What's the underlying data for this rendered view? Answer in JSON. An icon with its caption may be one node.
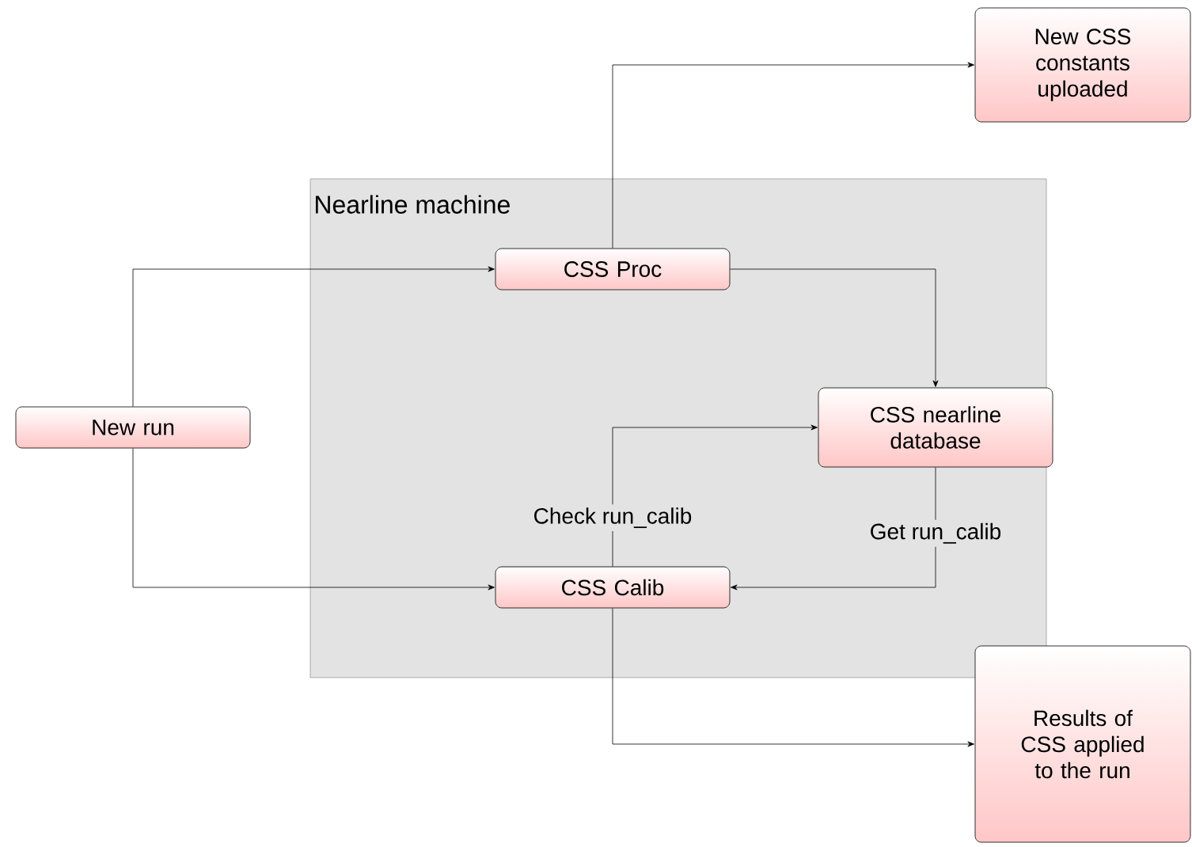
{
  "diagram": {
    "nodes": [
      {
        "text": [
          "Nearline machine"
        ]
      },
      {
        "text": [
          "New CSS constants uploaded"
        ]
      },
      {
        "text": [
          "CSS Proc"
        ],
        "in": 0
      },
      {
        "text": [
          "New run"
        ]
      },
      {
        "text": [
          "CSS nearline database"
        ],
        "in": 0
      },
      {
        "text": [
          "CSS Calib"
        ],
        "in": 0
      },
      {
        "text": [
          "Results of CSS applied to the run"
        ]
      }
    ],
    "edges": [
      {
        "from": 3,
        "to": 2,
        "arrow": "to"
      },
      {
        "from": 3,
        "to": 5,
        "arrow": "to"
      },
      {
        "from": 2,
        "to": 1,
        "arrow": "to"
      },
      {
        "from": 2,
        "to": 4,
        "arrow": "to"
      },
      {
        "from": 5,
        "to": 4,
        "arrow": "to",
        "label": "Check run_calib"
      },
      {
        "from": 4,
        "to": 5,
        "arrow": "to",
        "label": "Get run_calib"
      },
      {
        "from": 5,
        "to": 6,
        "arrow": "to"
      }
    ]
  }
}
